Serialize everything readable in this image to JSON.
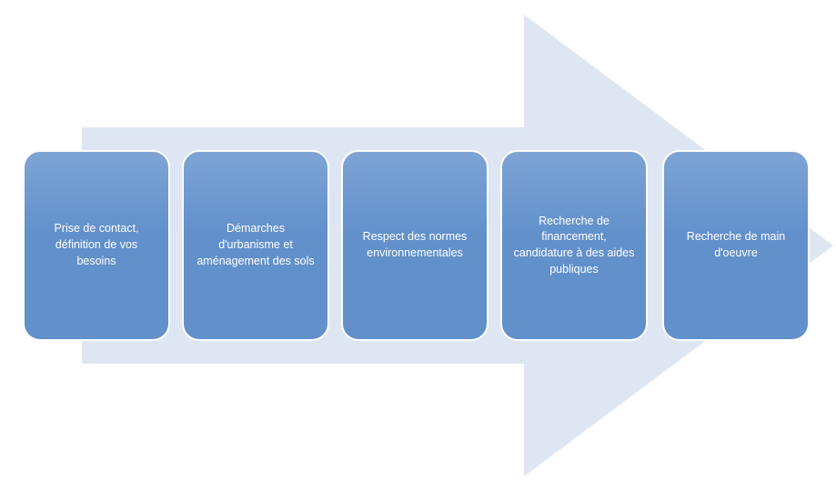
{
  "diagram": {
    "type": "process-arrow",
    "direction": "right",
    "colors": {
      "background": "#ffffff",
      "arrow_fill": "#dde6f2",
      "box_fill": "#6190cb",
      "box_border": "#ffffff",
      "box_text": "#ffffff"
    },
    "steps": [
      {
        "label": "Prise de contact,\ndéfinition de vos\nbesoins"
      },
      {
        "label": "Démarches\nd'urbanisme et\naménagement des sols"
      },
      {
        "label": "Respect des normes\nenvironnementales"
      },
      {
        "label": "Recherche de\nfinancement,\ncandidature à des aides\npubliques"
      },
      {
        "label": "Recherche de main\nd'oeuvre"
      }
    ]
  }
}
